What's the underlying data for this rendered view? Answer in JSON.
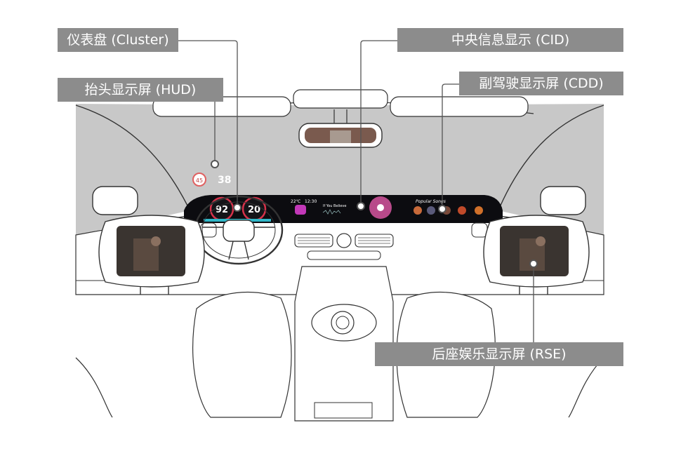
{
  "labels": {
    "cluster": "仪表盘 (Cluster)",
    "hud": "抬头显示屏 (HUD)",
    "cid": "中央信息显示 (CID)",
    "cdd": "副驾驶显示屏 (CDD)",
    "rse": "后座娱乐显示屏 (RSE)"
  },
  "hud": {
    "speed_limit": "45",
    "speed": "38"
  },
  "cluster": {
    "left_gauge": "92",
    "right_gauge": "20"
  },
  "cid": {
    "time": "12:30",
    "temperature": "22℃",
    "song_title": "If You Believe"
  },
  "cdd": {
    "title": "Popular Songs"
  },
  "colors": {
    "label_bg": "#8c8c8c",
    "label_text": "#ffffff",
    "glass": "#c8c8c8",
    "line": "#333333"
  }
}
